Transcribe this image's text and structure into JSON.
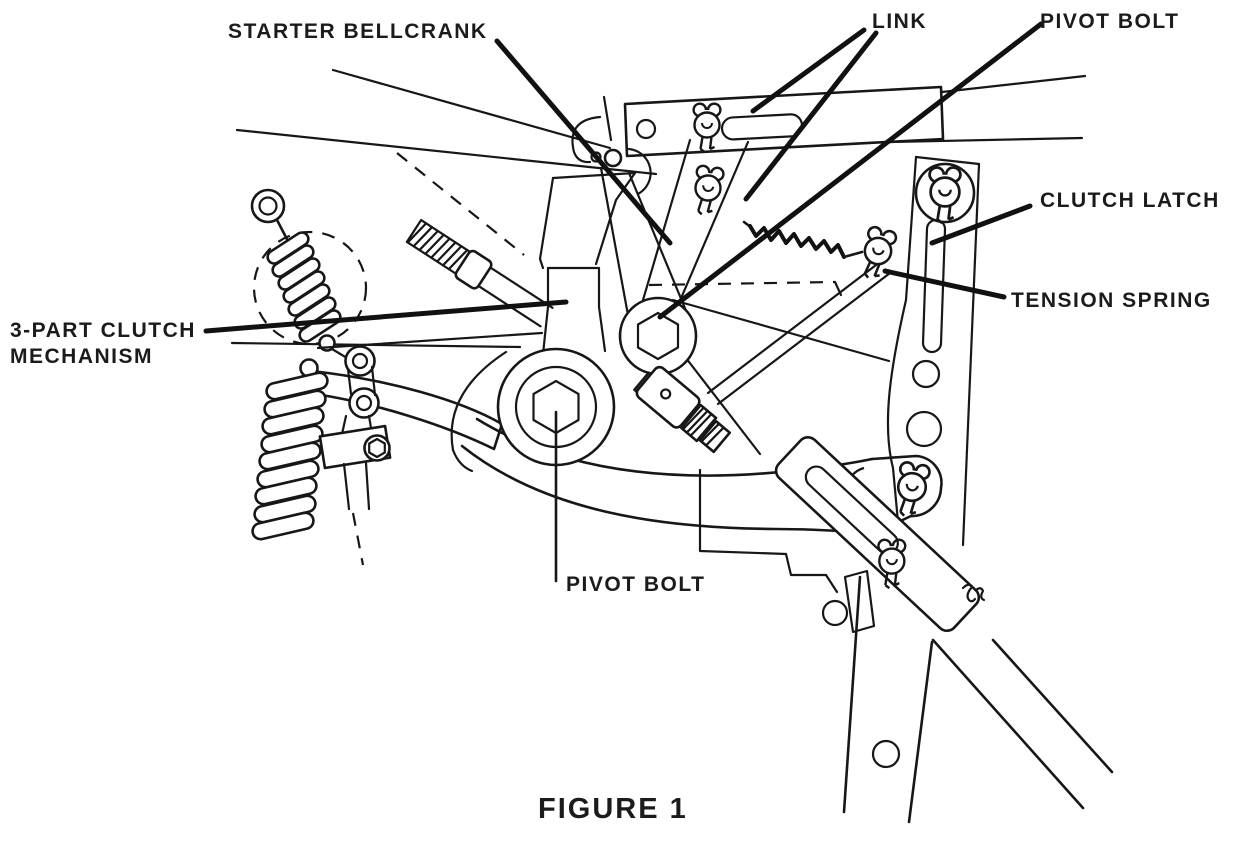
{
  "figure": {
    "caption": "FIGURE 1",
    "colors": {
      "ink": "#171717",
      "background": "#ffffff"
    },
    "labels": [
      {
        "id": "starter-bellcrank",
        "text": "STARTER BELLCRANK"
      },
      {
        "id": "link",
        "text": "LINK"
      },
      {
        "id": "pivot-bolt-top",
        "text": "PIVOT BOLT"
      },
      {
        "id": "clutch-latch",
        "text": "CLUTCH LATCH"
      },
      {
        "id": "tension-spring",
        "text": "TENSION SPRING"
      },
      {
        "id": "clutch-mech-line1",
        "text": "3-PART CLUTCH"
      },
      {
        "id": "clutch-mech-line2",
        "text": "MECHANISM"
      },
      {
        "id": "pivot-bolt-bottom",
        "text": "PIVOT BOLT"
      }
    ]
  }
}
